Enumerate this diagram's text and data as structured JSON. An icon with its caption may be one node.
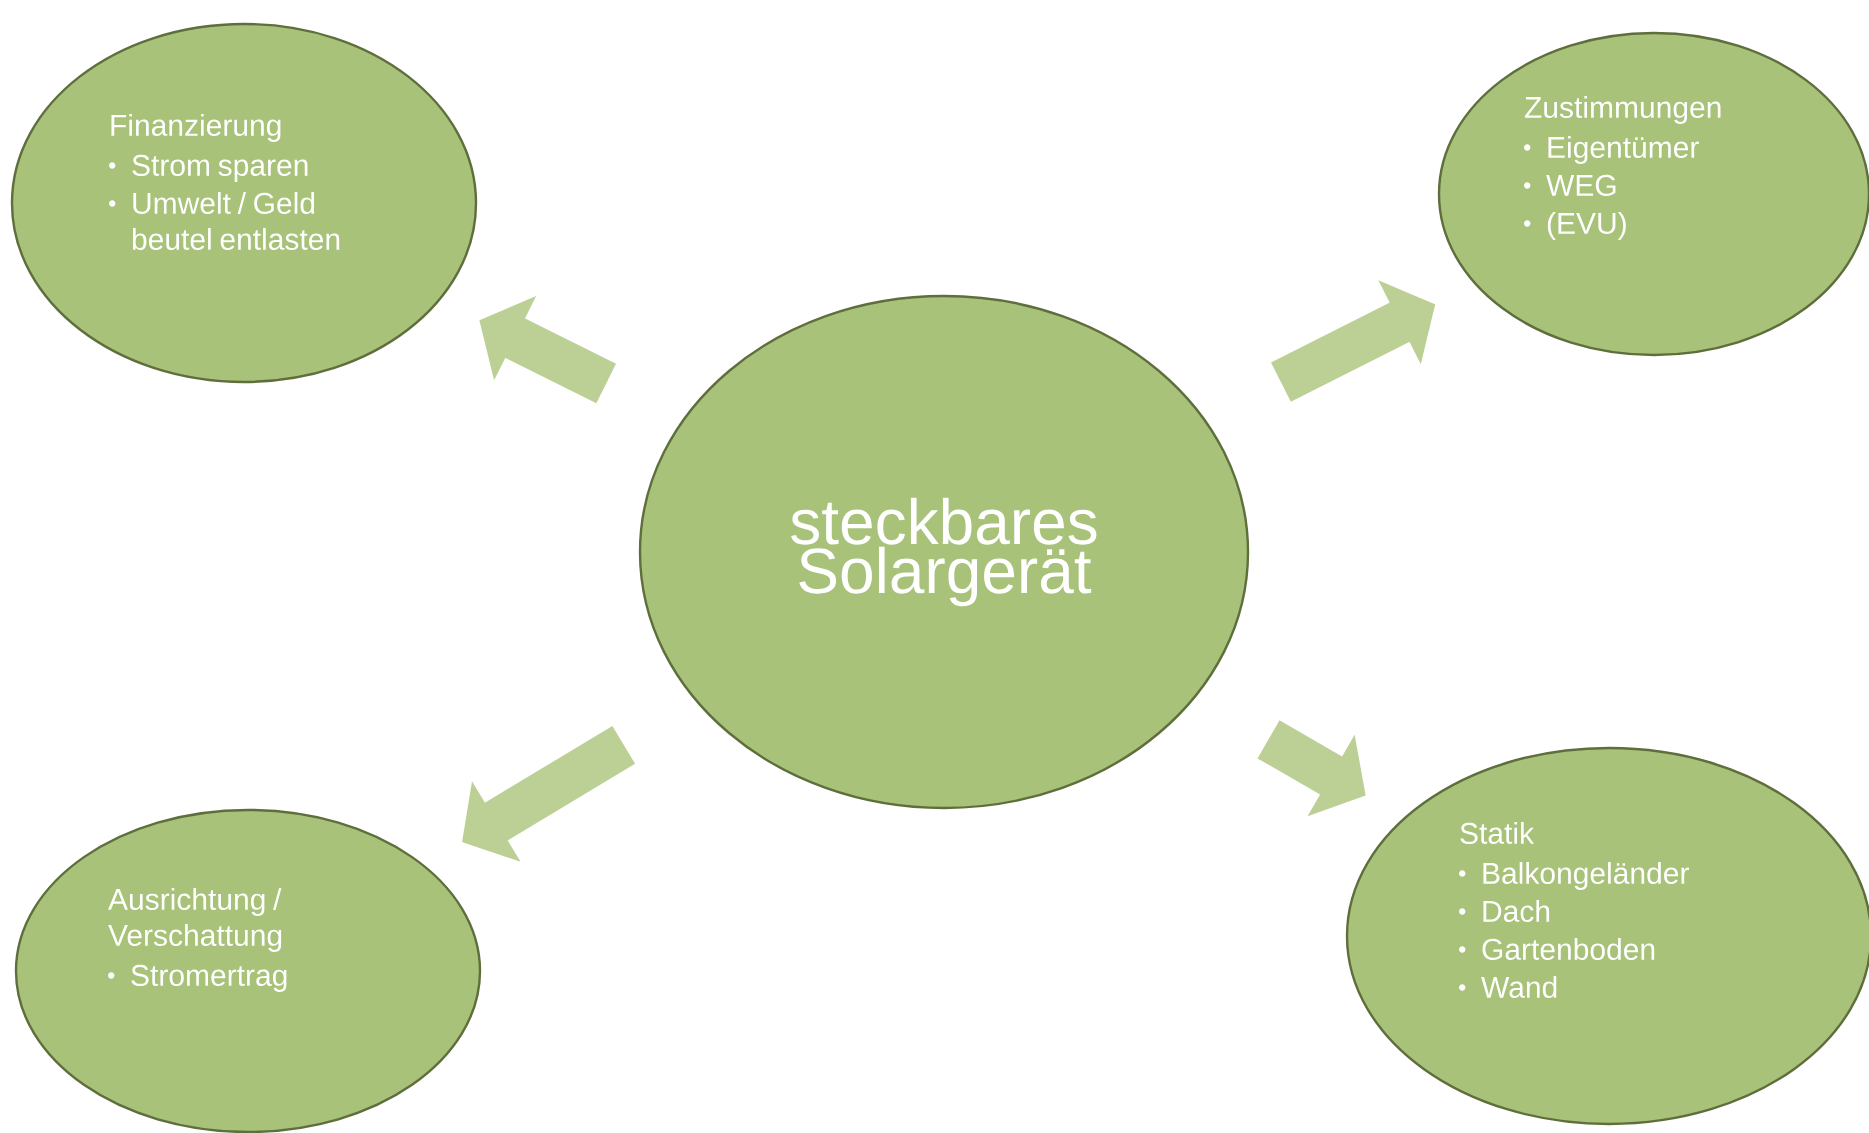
{
  "diagram": {
    "nodes": [
      {
        "text": [
          "Finanzierung",
          "Strom sparen",
          "Umwelt / Geld beutel entlasten"
        ]
      },
      {
        "text": [
          "Zustimmungen",
          "Eigentümer",
          "WEG",
          "(EVU)"
        ]
      },
      {
        "text": [
          "steckbares Solargerät"
        ]
      },
      {
        "text": [
          "Ausrichtung / Verschattung",
          "Stromertrag"
        ]
      },
      {
        "text": [
          "Statik",
          "Balkongeländer",
          "Dach",
          "Gartenboden",
          "Wand"
        ]
      }
    ],
    "edges": [
      {
        "from": 2,
        "to": 0,
        "arrow": "to"
      },
      {
        "from": 2,
        "to": 1,
        "arrow": "to"
      },
      {
        "from": 2,
        "to": 3,
        "arrow": "to"
      },
      {
        "from": 2,
        "to": 4,
        "arrow": "to"
      }
    ]
  }
}
